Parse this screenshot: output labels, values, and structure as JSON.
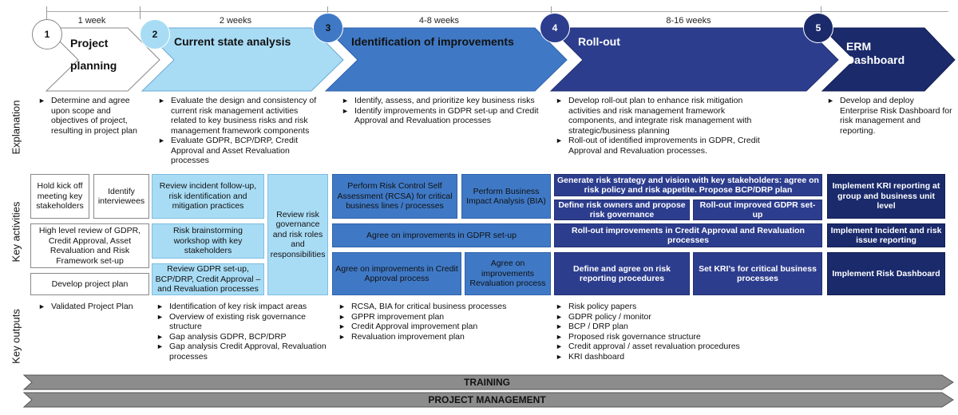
{
  "phases": [
    {
      "num": "1",
      "duration": "1 week",
      "title": "Project planning"
    },
    {
      "num": "2",
      "duration": "2 weeks",
      "title": "Current state analysis"
    },
    {
      "num": "3",
      "duration": "4-8 weeks",
      "title": "Identification of improvements"
    },
    {
      "num": "4",
      "duration": "8-16 weeks",
      "title": "Roll-out"
    },
    {
      "num": "5",
      "duration": "",
      "title": "ERM Dashboard"
    }
  ],
  "row_labels": {
    "explanation": "Explanation",
    "activities": "Key activities",
    "outputs": "Key outputs"
  },
  "explanation": [
    [
      "Determine and agree upon scope and objectives of project, resulting in project plan"
    ],
    [
      "Evaluate the design and consistency of current risk management activities related to key business risks and risk management framework components",
      "Evaluate GDPR, BCP/DRP, Credit Approval and Asset Revaluation processes"
    ],
    [
      "Identify, assess, and prioritize key business risks",
      "Identify improvements in GDPR set-up and Credit Approval and Revaluation processes"
    ],
    [
      "Develop roll-out plan to enhance risk mitigation activities and risk management framework components, and integrate risk management with strategic/business planning",
      "Roll-out of identified improvements in GDPR, Credit Approval and Revaluation processes."
    ],
    [
      "Develop and deploy Enterprise Risk Dashboard for risk management and reporting."
    ]
  ],
  "activities": {
    "p1": {
      "kickoff": "Hold kick off meeting key stakeholders",
      "interviewees": "Identify interviewees",
      "review": "High level review of GDPR, Credit Approval, Asset Revaluation and Risk Framework set-up",
      "plan": "Develop project plan"
    },
    "p2": {
      "incident": "Review incident follow-up, risk identification and mitigation practices",
      "workshop": "Risk brainstorming workshop with key stakeholders",
      "gdpr": "Review GDPR set-up, BCP/DRP, Credit Approval – and Revaluation processes",
      "governance": "Review risk governance and risk roles and responsibilities"
    },
    "p3": {
      "rcsa": "Perform Risk Control Self Assessment (RCSA) for critical business lines / processes",
      "bia": "Perform Business Impact Analysis (BIA)",
      "gdpr": "Agree on improvements in GDPR set-up",
      "credit": "Agree on improvements in Credit Approval process",
      "reval": "Agree on improvements Revaluation process"
    },
    "p4": {
      "strategy": "Generate risk strategy and vision with key stakeholders: agree on risk policy and risk appetite. Propose BCP/DRP plan",
      "owners": "Define risk owners and propose risk governance",
      "gdpr": "Roll-out improved GDPR set-up",
      "credit": "Roll-out improvements in Credit Approval and Revaluation processes",
      "reporting": "Define and agree on risk reporting procedures",
      "kri": "Set KRI’s for critical business processes"
    },
    "p5": {
      "kri": "Implement KRI reporting at group and business unit level",
      "incident": "Implement Incident and risk issue reporting",
      "dashboard": "Implement Risk Dashboard"
    }
  },
  "outputs": [
    [
      "Validated Project Plan"
    ],
    [
      "Identification of key risk impact areas",
      "Overview of existing risk governance structure",
      "Gap analysis GDPR, BCP/DRP",
      "Gap analysis Credit Approval, Revaluation processes"
    ],
    [
      "RCSA, BIA for critical business processes",
      "GPPR improvement plan",
      "Credit Approval improvement plan",
      "Revaluation improvement plan"
    ],
    [
      "Risk policy papers",
      "GDPR policy / monitor",
      "BCP / DRP plan",
      "Proposed risk governance structure",
      "Credit approval / asset revaluation procedures",
      "KRI dashboard"
    ]
  ],
  "bars": {
    "training": "TRAINING",
    "pm": "PROJECT MANAGEMENT"
  },
  "colors": {
    "phase1": "#ffffff",
    "phase2": "#a8dcf5",
    "phase3": "#3f79c6",
    "phase4": "#2d3d8e",
    "phase5": "#1a2a6b",
    "bar": "#8c8c8c"
  }
}
